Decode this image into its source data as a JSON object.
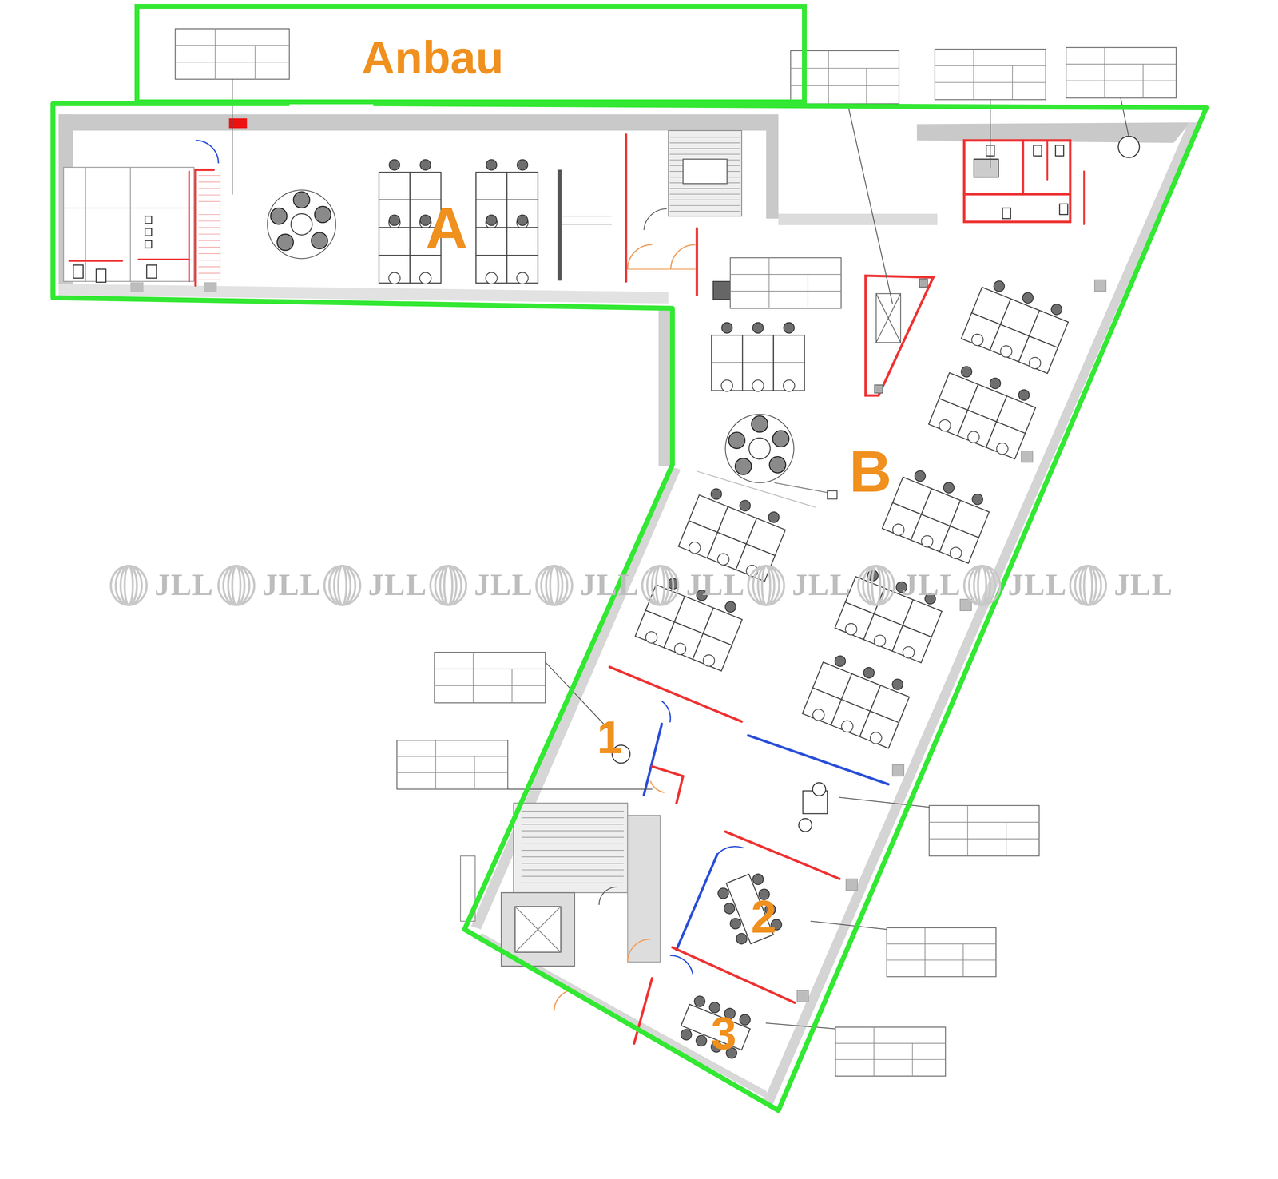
{
  "diagram": {
    "nodes": [
      {
        "text": [
          "Anbau"
        ]
      }
    ],
    "labels": [
      "A",
      "B",
      "1",
      "2",
      "3",
      "JLL",
      "JLL",
      "JLL",
      "JLL",
      "JLL",
      "JLL",
      "JLL",
      "JLL",
      "JLL",
      "JLL"
    ]
  }
}
